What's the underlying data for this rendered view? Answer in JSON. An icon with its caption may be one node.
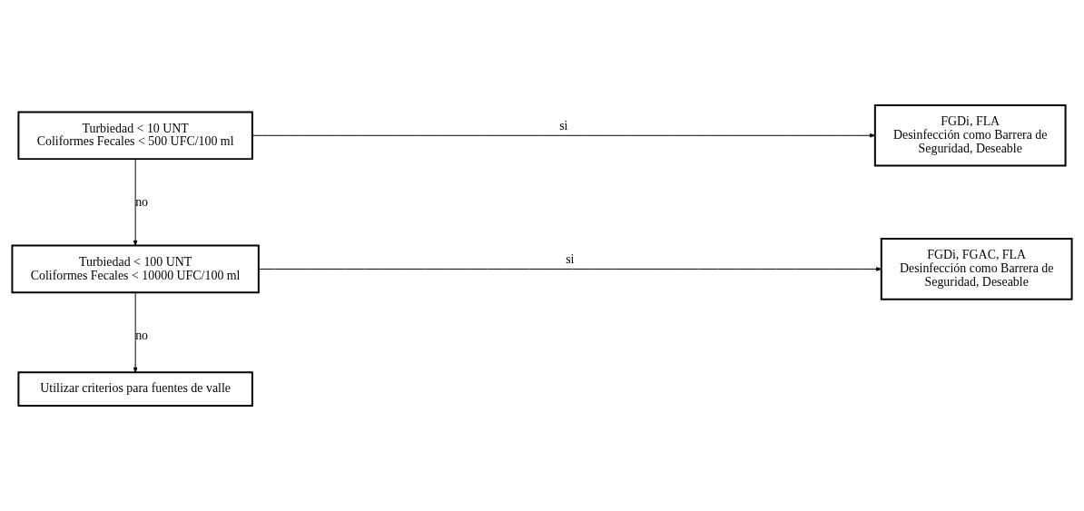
{
  "diagram": {
    "nodes": [
      {
        "text": [
          "Turbiedad < 10 UNT",
          "Coliformes Fecales < 500 UFC/100 ml"
        ]
      },
      {
        "text": [
          "FGDi, FLA",
          "Desinfección como Barrera de Seguridad, Deseable"
        ]
      },
      {
        "text": [
          "Turbiedad < 100 UNT",
          "Coliformes Fecales < 10000 UFC/100 ml"
        ]
      },
      {
        "text": [
          "FGDi, FGAC, FLA",
          "Desinfección como Barrera de Seguridad, Deseable"
        ]
      },
      {
        "text": [
          "Utilizar criterios para fuentes de valle"
        ]
      }
    ],
    "edges": [
      {
        "from": 0,
        "to": 1,
        "arrow": "to",
        "label": "si"
      },
      {
        "from": 0,
        "to": 2,
        "arrow": "to",
        "label": "no"
      },
      {
        "from": 2,
        "to": 3,
        "arrow": "to",
        "label": "si"
      },
      {
        "from": 2,
        "to": 4,
        "arrow": "to",
        "label": "no"
      }
    ]
  }
}
